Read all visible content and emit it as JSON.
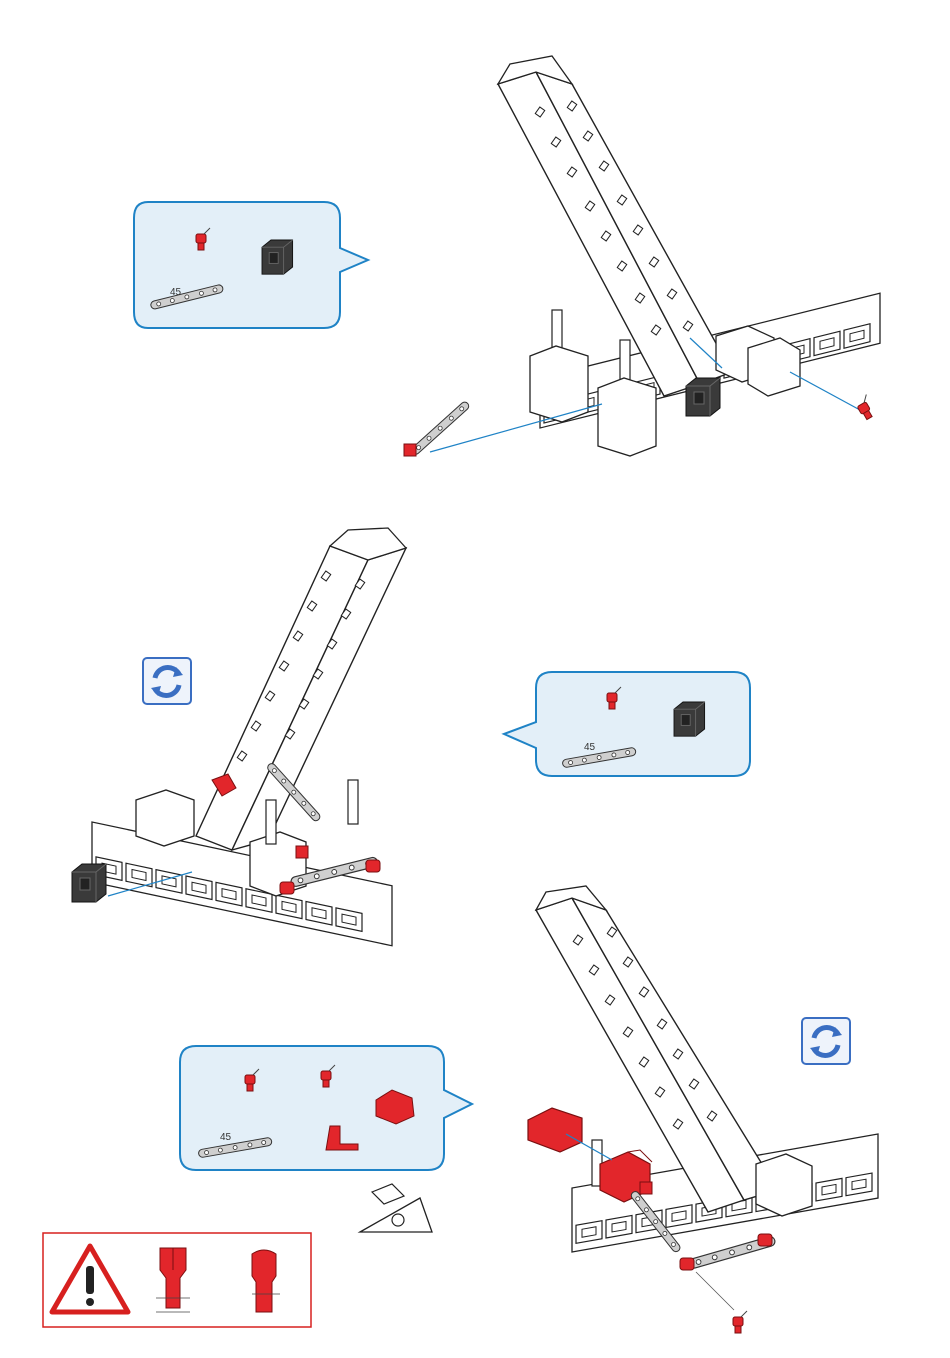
{
  "callouts": [
    {
      "part_label": "45"
    },
    {
      "part_label": "45"
    },
    {
      "part_label": "45"
    }
  ],
  "colors": {
    "callout_border": "#1f83c6",
    "callout_fill": "#e3eff8",
    "part_red": "#e2262b",
    "part_dark": "#3a3a3a",
    "part_grey": "#cfcfcf",
    "warning_red": "#d7201f",
    "rotate_blue": "#3a6ec2"
  }
}
